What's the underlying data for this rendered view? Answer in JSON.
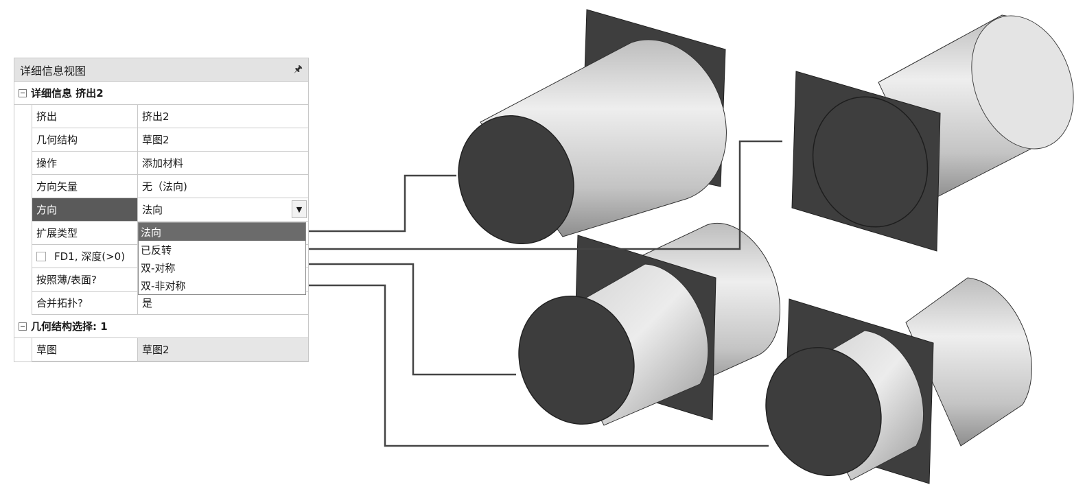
{
  "panel": {
    "title": "详细信息视图",
    "pin_icon": "pin-icon",
    "group_details": "详细信息 挤出2",
    "rows": [
      {
        "name": "挤出",
        "value": "挤出2"
      },
      {
        "name": "几何结构",
        "value": "草图2"
      },
      {
        "name": "操作",
        "value": "添加材料"
      },
      {
        "name": "方向矢量",
        "value": "无（法向)"
      },
      {
        "name": "方向",
        "value": "法向"
      },
      {
        "name": "扩展类型",
        "value": ""
      },
      {
        "name": "FD1, 深度(>0)",
        "value": ""
      },
      {
        "name": "按照薄/表面?",
        "value": ""
      },
      {
        "name": "合并拓扑?",
        "value": "是"
      }
    ],
    "group_geometry": "几何结构选择: 1",
    "geometry_row": {
      "name": "草图",
      "value": "草图2"
    }
  },
  "dropdown": {
    "options": [
      "法向",
      "已反转",
      "双-对称",
      "双-非对称"
    ],
    "selected": "法向"
  },
  "colors": {
    "dark_face": "#3e3e3e",
    "cylinder_light": "#d8d8d8",
    "selected_label": "#5a5a5a",
    "connector": "#444444"
  }
}
